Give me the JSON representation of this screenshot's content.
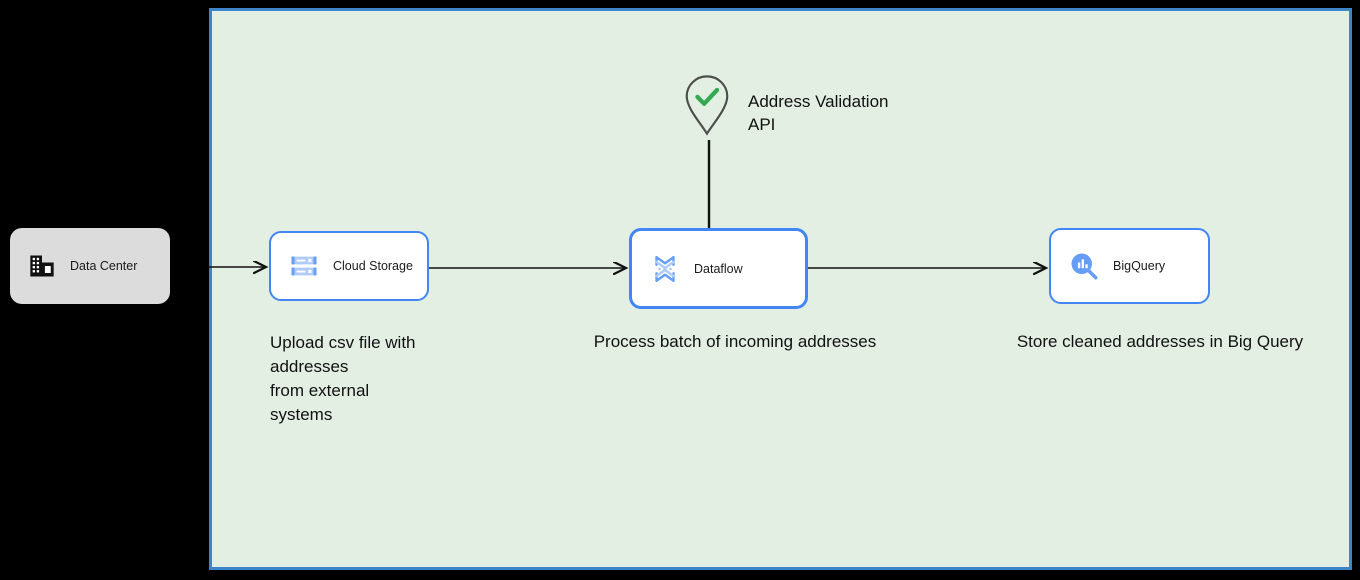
{
  "diagram": {
    "background_color": "#000000",
    "container": {
      "name": "gcp-boundary",
      "fill_color": "#E3EFE3",
      "border_color": "#3D85C8"
    },
    "external_node": {
      "label": "Data Center",
      "icon": "data-center-building-icon",
      "fill_color": "#DCDCDC"
    },
    "api_node": {
      "label": "Address Validation\nAPI",
      "icon": "map-pin-check-icon",
      "pin_stroke_color": "#4D4D4D",
      "check_color": "#34A853"
    },
    "services": [
      {
        "id": "cloud-storage",
        "label": "Cloud Storage",
        "icon": "cloud-storage-icon",
        "selected": false,
        "border_color": "#4285F4",
        "caption": "Upload csv file with\naddresses\nfrom external\nsystems"
      },
      {
        "id": "dataflow",
        "label": "Dataflow",
        "icon": "dataflow-icon",
        "selected": true,
        "border_color": "#4285F4",
        "caption": "Process batch of incoming addresses"
      },
      {
        "id": "bigquery",
        "label": "BigQuery",
        "icon": "bigquery-icon",
        "selected": false,
        "border_color": "#4285F4",
        "caption": "Store cleaned addresses in Big Query"
      }
    ],
    "connectors": [
      {
        "id": "datacenter-to-cloudstorage",
        "from": "Data Center",
        "to": "Cloud Storage",
        "arrow": true
      },
      {
        "id": "cloudstorage-to-dataflow",
        "from": "Cloud Storage",
        "to": "Dataflow",
        "arrow": true
      },
      {
        "id": "dataflow-to-bigquery",
        "from": "Dataflow",
        "to": "BigQuery",
        "arrow": true
      },
      {
        "id": "api-to-dataflow",
        "from": "Address Validation API",
        "to": "Dataflow",
        "arrow": false
      }
    ]
  }
}
